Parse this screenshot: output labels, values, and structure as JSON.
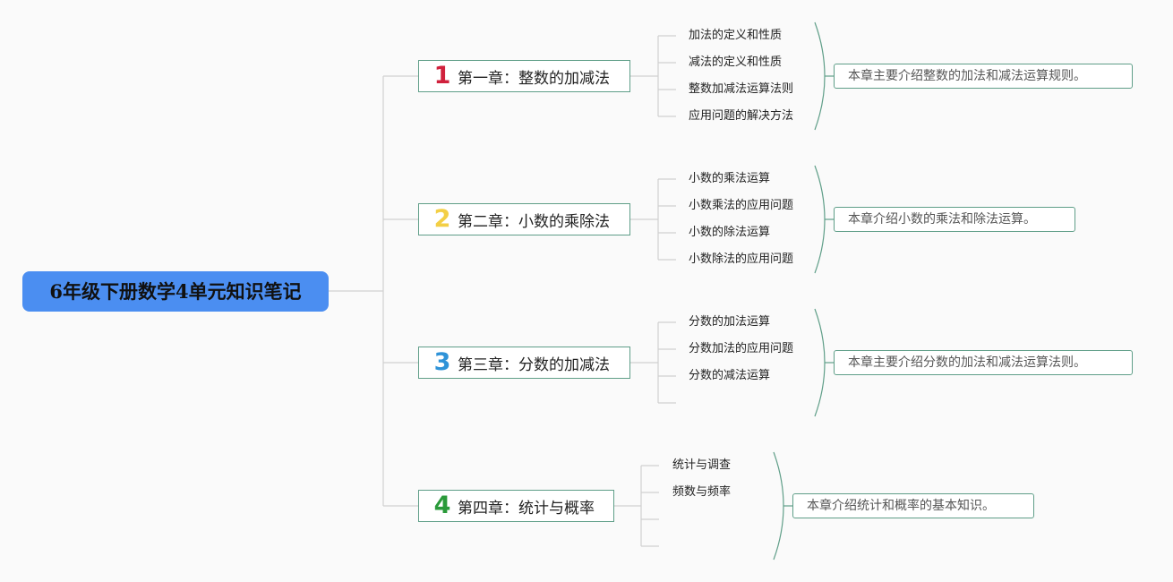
{
  "root": {
    "title": "6年级下册数学4单元知识笔记"
  },
  "colors": {
    "root_bg": "#4b8ef1",
    "line": "#d0d0d0",
    "border": "#5f9e88",
    "num1": "#d0213c",
    "num2": "#f3cf45",
    "num3": "#2f93d8",
    "num4": "#2a9a3a"
  },
  "chapters": [
    {
      "number": "1",
      "title": "第一章：整数的加减法",
      "topics": [
        "加法的定义和性质",
        "减法的定义和性质",
        "整数加减法运算法则",
        "应用问题的解决方法"
      ],
      "summary": "本章主要介绍整数的加法和减法运算规则。"
    },
    {
      "number": "2",
      "title": "第二章：小数的乘除法",
      "topics": [
        "小数的乘法运算",
        "小数乘法的应用问题",
        "小数的除法运算",
        "小数除法的应用问题"
      ],
      "summary": "本章介绍小数的乘法和除法运算。"
    },
    {
      "number": "3",
      "title": "第三章：分数的加减法",
      "topics": [
        "分数的加法运算",
        "分数加法的应用问题",
        "分数的减法运算",
        ""
      ],
      "summary": "本章主要介绍分数的加法和减法运算法则。"
    },
    {
      "number": "4",
      "title": "第四章：统计与概率",
      "topics": [
        "统计与调查",
        "频数与频率",
        "",
        ""
      ],
      "summary": "本章介绍统计和概率的基本知识。"
    }
  ]
}
